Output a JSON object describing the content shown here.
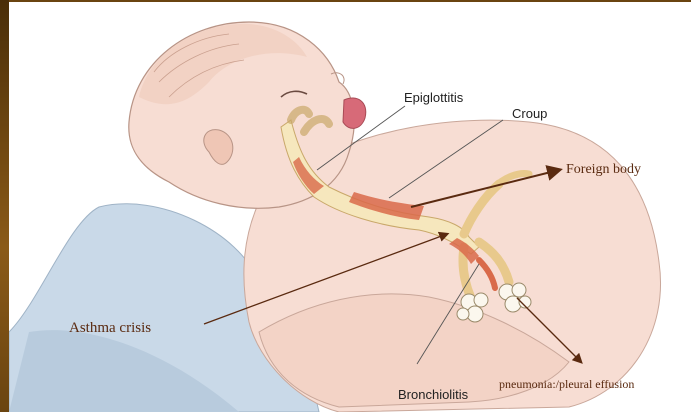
{
  "labels": {
    "epiglottitis": "Epiglottitis",
    "croup": "Croup",
    "foreign_body": "Foreign body",
    "asthma_crisis": "Asthma crisis",
    "pneumonia": "pneumonia:/pleural effusion",
    "bronchiolitis": "Bronchiolitis"
  },
  "colors": {
    "frame": "#5a3a10",
    "skin": "#f7ddd3",
    "pillow": "#c9d9e8",
    "airway": "#f6e7bd",
    "inflamed": "#d96a4a",
    "arrow": "#5a2a10"
  }
}
